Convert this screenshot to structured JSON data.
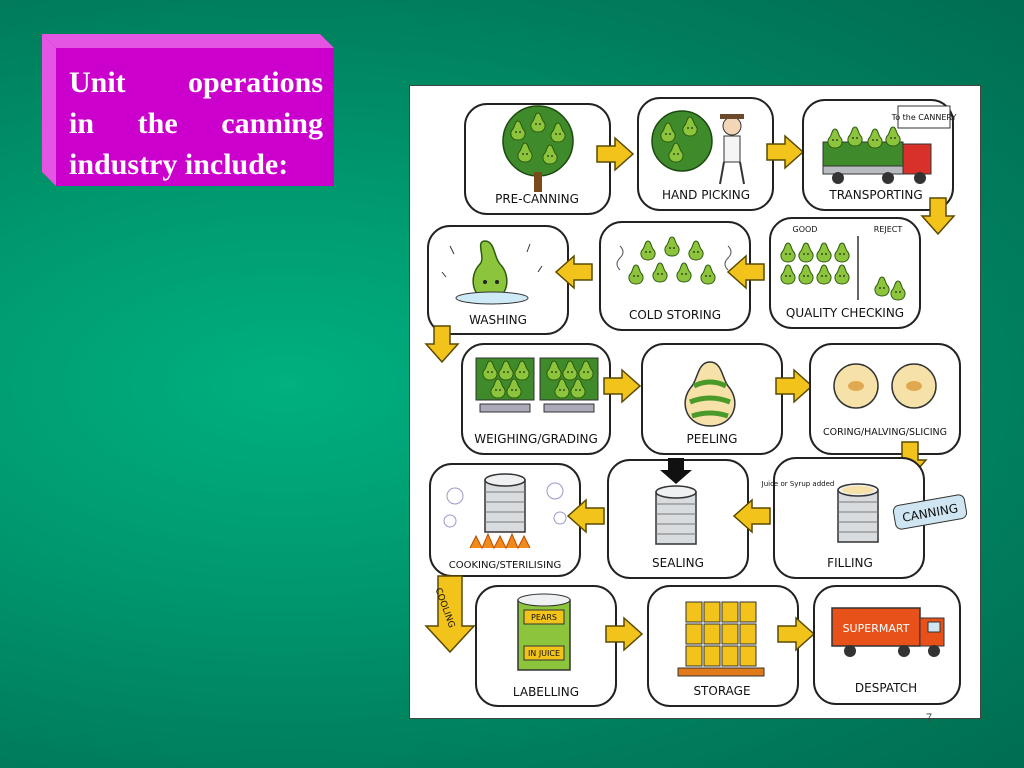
{
  "title": {
    "lines": [
      "Unit operations",
      "in the canning",
      "industry include:"
    ]
  },
  "slide_number": "7",
  "colors": {
    "background": "#00a070",
    "title_box": "#cc00cc",
    "arrow": "#f2c31a",
    "pear": "#8cc43c"
  },
  "steps": [
    {
      "label": "PRE-CANNING"
    },
    {
      "label": "HAND PICKING"
    },
    {
      "label": "TRANSPORTING",
      "sign": "To the CANNERY"
    },
    {
      "label": "WASHING"
    },
    {
      "label": "COLD STORING"
    },
    {
      "label": "QUALITY CHECKING",
      "good": "GOOD",
      "reject": "REJECT"
    },
    {
      "label": "WEIGHING/GRADING"
    },
    {
      "label": "PEELING"
    },
    {
      "label": "CORING/HALVING/SLICING"
    },
    {
      "label": "COOKING/STERILISING"
    },
    {
      "label": "SEALING"
    },
    {
      "label": "FILLING",
      "note": "Juice or Syrup added"
    },
    {
      "label": "LABELLING",
      "can_text_1": "PEARS",
      "can_text_2": "IN JUICE"
    },
    {
      "label": "STORAGE"
    },
    {
      "label": "DESPATCH",
      "truck_text": "SUPERMART"
    }
  ],
  "side_labels": {
    "canning": "CANNING",
    "cooling": "COOLING"
  }
}
